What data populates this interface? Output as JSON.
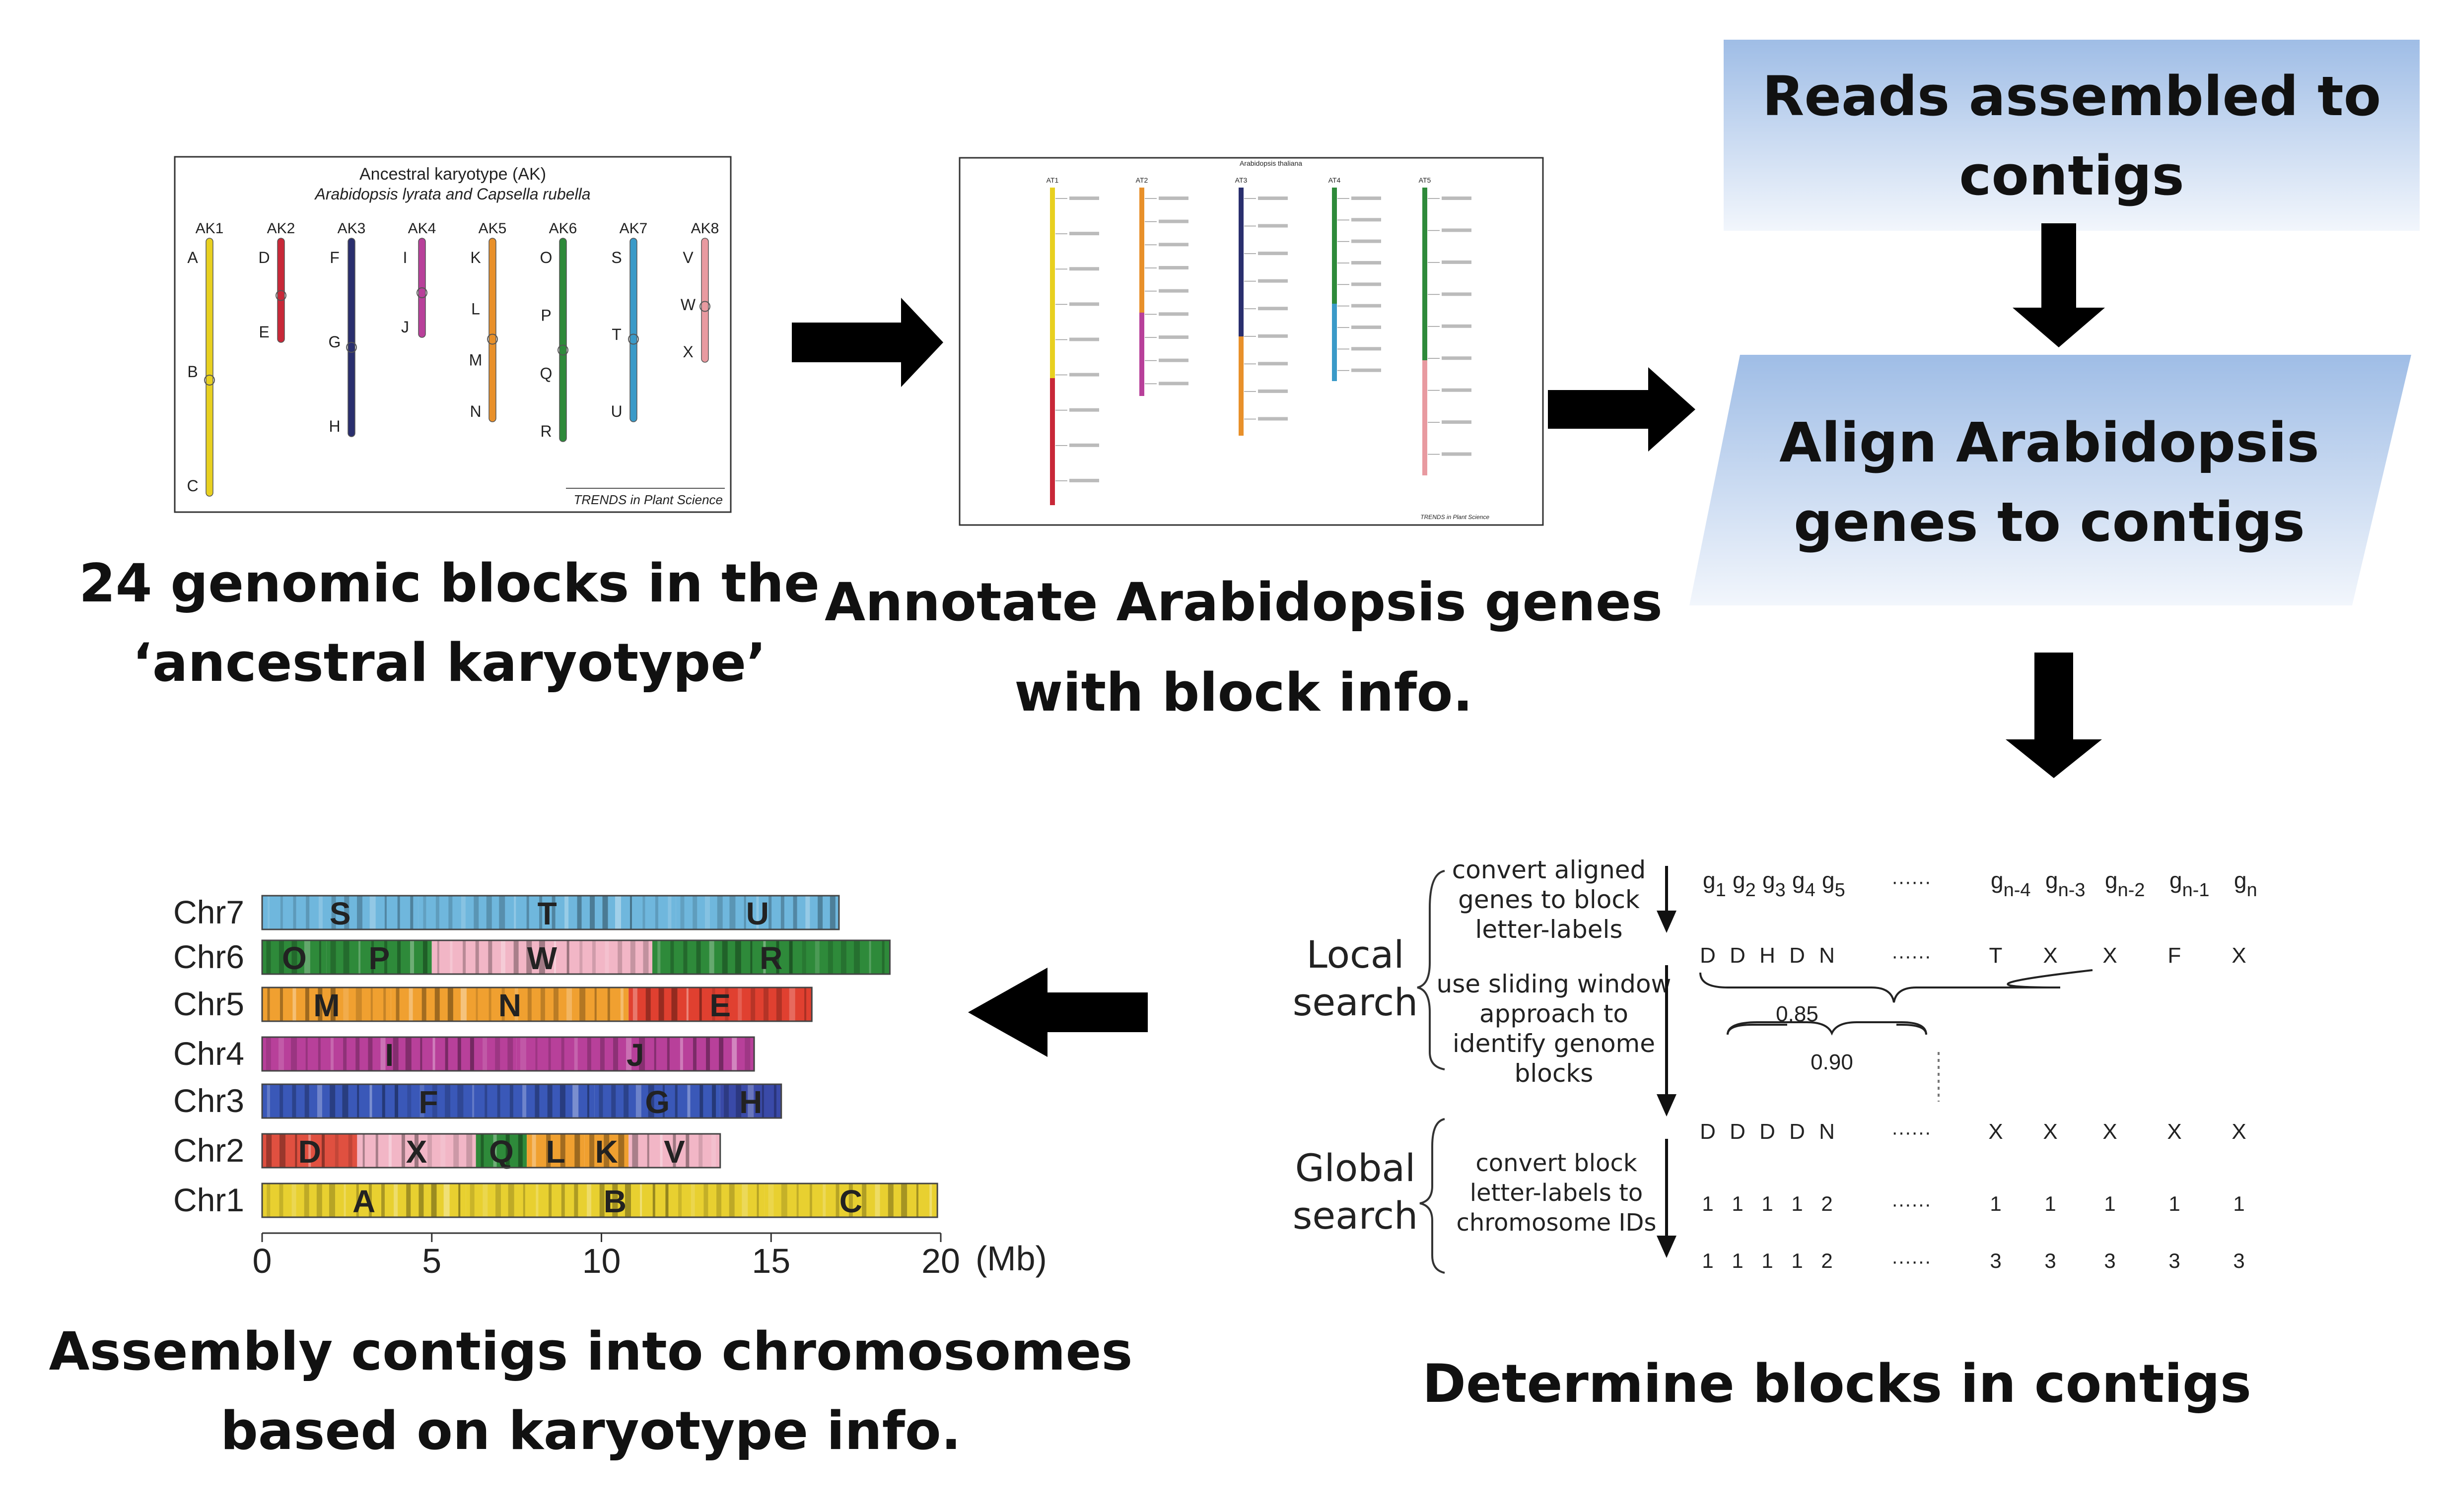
{
  "steps": {
    "ak_caption": [
      "24 genomic blocks in the",
      "‘ancestral karyotype’"
    ],
    "annotate_caption": [
      "Annotate Arabidopsis genes",
      "with block info."
    ],
    "reads_box": [
      "Reads assembled to",
      "contigs"
    ],
    "align_box": [
      "Align Arabidopsis",
      "genes to contigs"
    ],
    "determine_caption": "Determine blocks in contigs",
    "assembly_caption": [
      "Assembly contigs into chromosomes",
      "based on karyotype info."
    ]
  },
  "ak_figure": {
    "title": "Ancestral karyotype (AK)",
    "subtitle": "Arabidopsis lyrata and Capsella rubella",
    "credit": "TRENDS in Plant Science",
    "chromosomes": [
      {
        "name": "AK1",
        "color": "#e8d020",
        "blocks": [
          "A",
          "B",
          "C"
        ]
      },
      {
        "name": "AK2",
        "color": "#c82838",
        "blocks": [
          "D",
          "E"
        ]
      },
      {
        "name": "AK3",
        "color": "#2a2f6e",
        "blocks": [
          "F",
          "G",
          "H"
        ]
      },
      {
        "name": "AK4",
        "color": "#b8409a",
        "blocks": [
          "I",
          "J"
        ]
      },
      {
        "name": "AK5",
        "color": "#e8902a",
        "blocks": [
          "K",
          "L",
          "M",
          "N"
        ]
      },
      {
        "name": "AK6",
        "color": "#2e8a3a",
        "blocks": [
          "O",
          "P",
          "Q",
          "R"
        ]
      },
      {
        "name": "AK7",
        "color": "#3a9ac8",
        "blocks": [
          "S",
          "T",
          "U"
        ]
      },
      {
        "name": "AK8",
        "color": "#e89aa0",
        "blocks": [
          "V",
          "W",
          "X"
        ]
      }
    ]
  },
  "at_figure": {
    "title": "Arabidopsis thaliana",
    "credit": "TRENDS in Plant Science",
    "chromosomes": [
      "AT1",
      "AT2",
      "AT3",
      "AT4",
      "AT5"
    ]
  },
  "determine": {
    "local_label": [
      "Local",
      "search"
    ],
    "global_label": [
      "Global",
      "search"
    ],
    "note1": [
      "convert aligned",
      "genes to block",
      "letter-labels"
    ],
    "note2": [
      "use sliding window",
      "approach to",
      "identify genome",
      "blocks"
    ],
    "note3": [
      "convert block",
      "letter-labels to",
      "chromosome IDs"
    ],
    "genes": [
      "g1",
      "g2",
      "g3",
      "g4",
      "g5",
      "gn-4",
      "gn-3",
      "gn-2",
      "gn-1",
      "gn"
    ],
    "letters1": [
      "D",
      "D",
      "H",
      "D",
      "N",
      "T",
      "X",
      "X",
      "F",
      "X"
    ],
    "score1": "0.85",
    "score2": "0.90",
    "letters2": [
      "D",
      "D",
      "D",
      "D",
      "N",
      "X",
      "X",
      "X",
      "X",
      "X"
    ],
    "ids1": [
      "1",
      "1",
      "1",
      "1",
      "2",
      "1",
      "1",
      "1",
      "1",
      "1"
    ],
    "ids2": [
      "1",
      "1",
      "1",
      "1",
      "2",
      "3",
      "3",
      "3",
      "3",
      "3"
    ],
    "dots": "······"
  },
  "chart_data": {
    "type": "bar",
    "categories": [
      "Chr7",
      "Chr6",
      "Chr5",
      "Chr4",
      "Chr3",
      "Chr2",
      "Chr1"
    ],
    "values": [
      17.0,
      18.5,
      16.2,
      14.5,
      15.3,
      13.5,
      19.9
    ],
    "xlim": [
      0,
      20
    ],
    "xticks": [
      0,
      5,
      10,
      15,
      20
    ],
    "xunit": "(Mb)",
    "series": [
      {
        "chr": "Chr7",
        "blocks": [
          {
            "label": "S",
            "start": 0,
            "end": 4.6,
            "color": "#6fb7dd"
          },
          {
            "label": "T",
            "start": 4.6,
            "end": 12.2,
            "color": "#6fb7dd"
          },
          {
            "label": "U",
            "start": 12.2,
            "end": 17.0,
            "color": "#6fb7dd"
          }
        ]
      },
      {
        "chr": "Chr6",
        "blocks": [
          {
            "label": "O",
            "start": 0,
            "end": 1.9,
            "color": "#2e8a3a"
          },
          {
            "label": "P",
            "start": 1.9,
            "end": 5.0,
            "color": "#2e8a3a"
          },
          {
            "label": "W",
            "start": 5.0,
            "end": 11.5,
            "color": "#f2b6c6"
          },
          {
            "label": "R",
            "start": 11.5,
            "end": 18.5,
            "color": "#2e8a3a"
          }
        ]
      },
      {
        "chr": "Chr5",
        "blocks": [
          {
            "label": "M",
            "start": 0,
            "end": 3.8,
            "color": "#f0a030"
          },
          {
            "label": "N",
            "start": 3.8,
            "end": 10.8,
            "color": "#f0a030"
          },
          {
            "label": "E",
            "start": 10.8,
            "end": 16.2,
            "color": "#e04030"
          }
        ]
      },
      {
        "chr": "Chr4",
        "blocks": [
          {
            "label": "I",
            "start": 0,
            "end": 7.5,
            "color": "#b8409a"
          },
          {
            "label": "J",
            "start": 7.5,
            "end": 14.5,
            "color": "#b8409a"
          }
        ]
      },
      {
        "chr": "Chr3",
        "blocks": [
          {
            "label": "F",
            "start": 0,
            "end": 9.8,
            "color": "#3a58b8"
          },
          {
            "label": "G",
            "start": 9.8,
            "end": 13.5,
            "color": "#3a58b8"
          },
          {
            "label": "H",
            "start": 13.5,
            "end": 15.3,
            "color": "#3a4aa8"
          }
        ]
      },
      {
        "chr": "Chr2",
        "blocks": [
          {
            "label": "D",
            "start": 0,
            "end": 2.8,
            "color": "#e05040"
          },
          {
            "label": "X",
            "start": 2.8,
            "end": 6.3,
            "color": "#f2b6c6"
          },
          {
            "label": "Q",
            "start": 6.3,
            "end": 7.8,
            "color": "#2e8a3a"
          },
          {
            "label": "L",
            "start": 7.8,
            "end": 9.5,
            "color": "#f0a030"
          },
          {
            "label": "K",
            "start": 9.5,
            "end": 10.8,
            "color": "#f0a030"
          },
          {
            "label": "V",
            "start": 10.8,
            "end": 13.5,
            "color": "#f2b6c6"
          }
        ]
      },
      {
        "chr": "Chr1",
        "blocks": [
          {
            "label": "A",
            "start": 0,
            "end": 6.0,
            "color": "#e8d030"
          },
          {
            "label": "B",
            "start": 6.0,
            "end": 14.8,
            "color": "#e8d030"
          },
          {
            "label": "C",
            "start": 14.8,
            "end": 19.9,
            "color": "#e8d030"
          }
        ]
      }
    ]
  }
}
